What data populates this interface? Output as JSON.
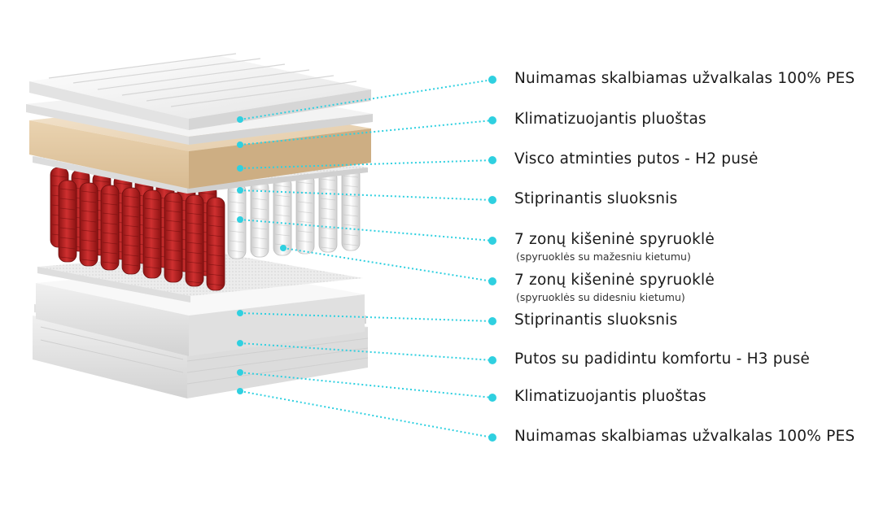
{
  "accent": "#2fd0e0",
  "layers": [
    {
      "label": "Nuimamas skalbiamas užvalkalas 100% PES",
      "sub": ""
    },
    {
      "label": "Klimatizuojantis pluoštas",
      "sub": ""
    },
    {
      "label": "Visco atminties putos - H2 pusė",
      "sub": ""
    },
    {
      "label": "Stiprinantis sluoksnis",
      "sub": ""
    },
    {
      "label": "7 zonų kišeninė spyruoklė",
      "sub": "(spyruoklės su mažesniu kietumu)"
    },
    {
      "label": "7 zonų kišeninė spyruoklė",
      "sub": "(spyruoklės su didesniu kietumu)"
    },
    {
      "label": "Stiprinantis sluoksnis",
      "sub": ""
    },
    {
      "label": "Putos su padidintu komfortu - H3 pusė",
      "sub": ""
    },
    {
      "label": "Klimatizuojantis pluoštas",
      "sub": ""
    },
    {
      "label": "Nuimamas skalbiamas užvalkalas 100% PES",
      "sub": ""
    }
  ]
}
